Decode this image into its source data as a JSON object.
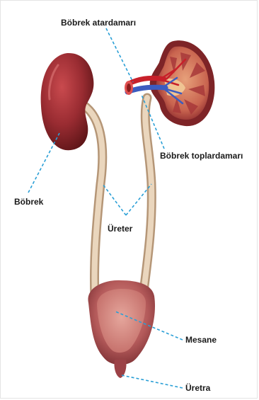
{
  "labels": {
    "renal_artery": "Böbrek atardamarı",
    "kidney": "Böbrek",
    "renal_vein": "Böbrek toplardamarı",
    "ureter": "Üreter",
    "bladder": "Mesane",
    "urethra": "Üretra"
  },
  "colors": {
    "leader_line": "#2a9fd6",
    "kidney": "#9a2c32",
    "ureter": "#d9c3a8",
    "bladder": "#b45a5a",
    "artery": "#c8202a",
    "vein": "#3c5cc0"
  }
}
